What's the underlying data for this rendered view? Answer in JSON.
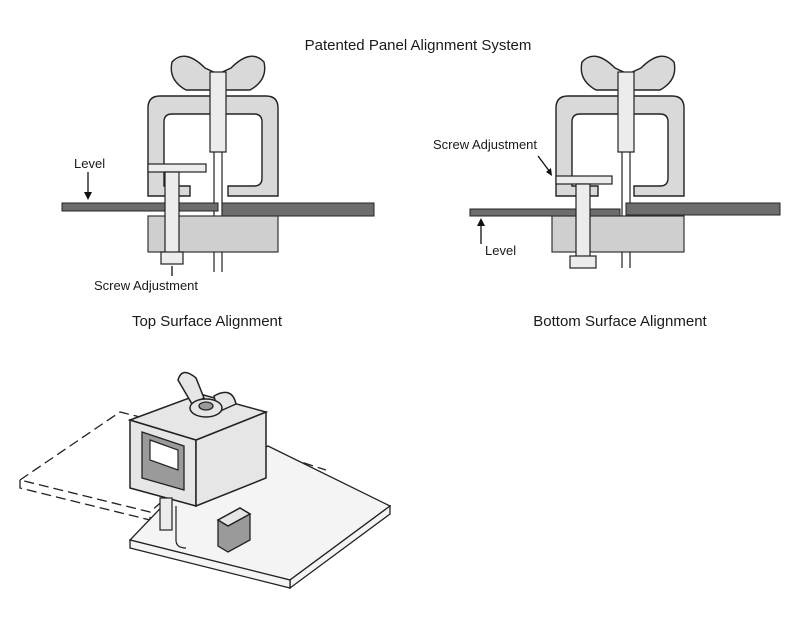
{
  "title": "Patented Panel Alignment System",
  "left_diagram": {
    "caption": "Top Surface Alignment",
    "level_label": "Level",
    "screw_label": "Screw Adjustment"
  },
  "right_diagram": {
    "caption": "Bottom Surface Alignment",
    "level_label": "Level",
    "screw_label": "Screw Adjustment"
  },
  "colors": {
    "panel": "#6d6d6d",
    "clamp_body": "#d9d9d9",
    "block": "#cfcfcf",
    "outline": "#222222"
  }
}
